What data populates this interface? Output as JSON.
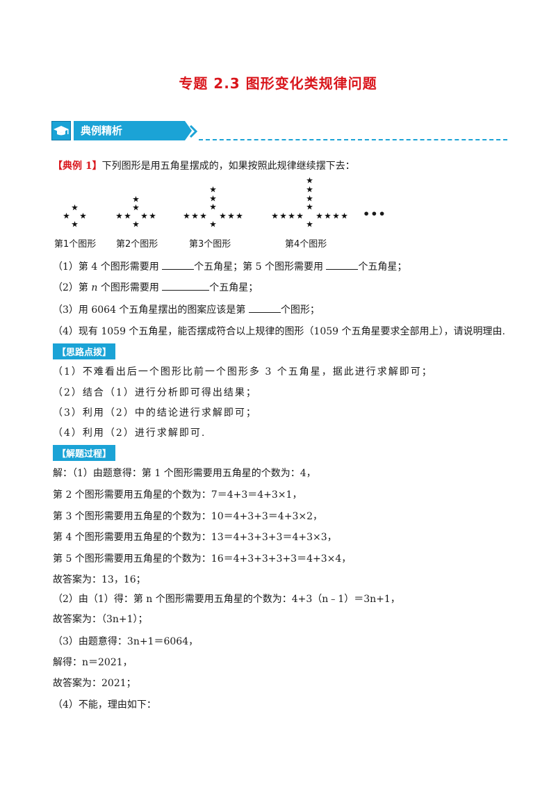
{
  "page": {
    "title": "专题 2.3    图形变化类规律问题",
    "banner_label": "典例精析",
    "example_tag": "【典例 1】",
    "example_intro": "下列图形是用五角星摆成的，如果按照此规律继续摆下去：",
    "figure_labels": [
      "第1个图形",
      "第2个图形",
      "第3个图形",
      "第4个图形"
    ],
    "ellipsis": "•••",
    "questions": [
      {
        "a": "（1）第 4 个图形需要用 ",
        "b": "个五角星；第 5 个图形需要用 ",
        "c": "个五角星；"
      },
      {
        "a": "（2）第 ",
        "n": "n",
        "b": " 个图形需要用 ",
        "c": "个五角星；"
      },
      {
        "a": "（3）用 6064 个五角星摆出的图案应该是第 ",
        "b": "个图形；"
      },
      {
        "a": "（4）现有 1059 个五角星，能否摆成符合以上规律的图形（1059 个五角星要求全部用上），请说明理由."
      }
    ],
    "hint_tag": "【思路点拨】",
    "hints": [
      "（1）不难看出后一个图形比前一个图形多 3 个五角星，据此进行求解即可；",
      "（2）结合（1）进行分析即可得出结果；",
      "（3）利用（2）中的结论进行求解即可；",
      "（4）利用（2）进行求解即可."
    ],
    "solution_tag": "【解题过程】",
    "solution": [
      "解：（1）由题意得：第 1 个图形需要用五角星的个数为：4，",
      "第 2 个图形需要用五角星的个数为：7＝4+3＝4+3×1，",
      "第 3 个图形需要用五角星的个数为：10＝4+3+3＝4+3×2，",
      "第 4 个图形需要用五角星的个数为：13＝4+3+3+3＝4+3×3，",
      "第 5 个图形需要用五角星的个数为：16＝4+3+3+3+3＝4+3×4，",
      "故答案为：13，16；",
      "（2）由（1）得：第 n 个图形需要用五角星的个数为：4+3（n﹣1）＝3n+1，",
      "故答案为：（3n+1）；",
      "（3）由题意得：3n+1＝6064，",
      "解得：n＝2021，",
      "故答案为：2021；",
      "（4）不能，理由如下："
    ]
  }
}
